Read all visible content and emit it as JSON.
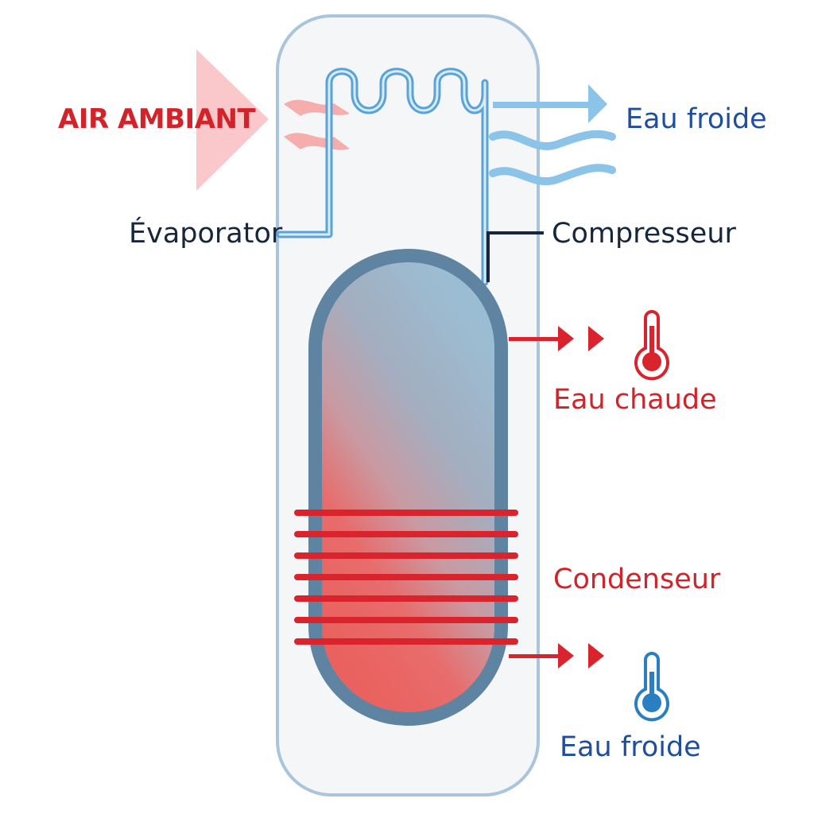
{
  "labels": {
    "air_ambiant": "AIR AMBIANT",
    "eau_froide_top": "Eau froide",
    "evaporator": "Évaporator",
    "compresseur": "Compresseur",
    "eau_chaude": "Eau chaude",
    "condenseur": "Condenseur",
    "eau_froide_bottom": "Eau froide"
  },
  "colors": {
    "red_text": "#d2232a",
    "blue_text": "#1f4f9c",
    "dark_text": "#16263c",
    "tank_shell": "#5f84a2",
    "outer_casing": "#a9c4dc",
    "casing_fill": "#f5f6f7",
    "coil_red": "#d9232d",
    "pipe_blue": "#5aa3d6",
    "cold_wave": "#8cc3e8",
    "air_arrow": "#f9c2c4",
    "hot_water_fill": "#e9625f",
    "cold_water_fill": "#9bbdd3"
  },
  "icons": {
    "hot_thermometer": "thermometer-hot-icon",
    "cold_thermometer": "thermometer-cold-icon",
    "air_arrow": "air-flow-arrow-icon",
    "cold_water_arrow": "cold-water-arrow-icon"
  }
}
